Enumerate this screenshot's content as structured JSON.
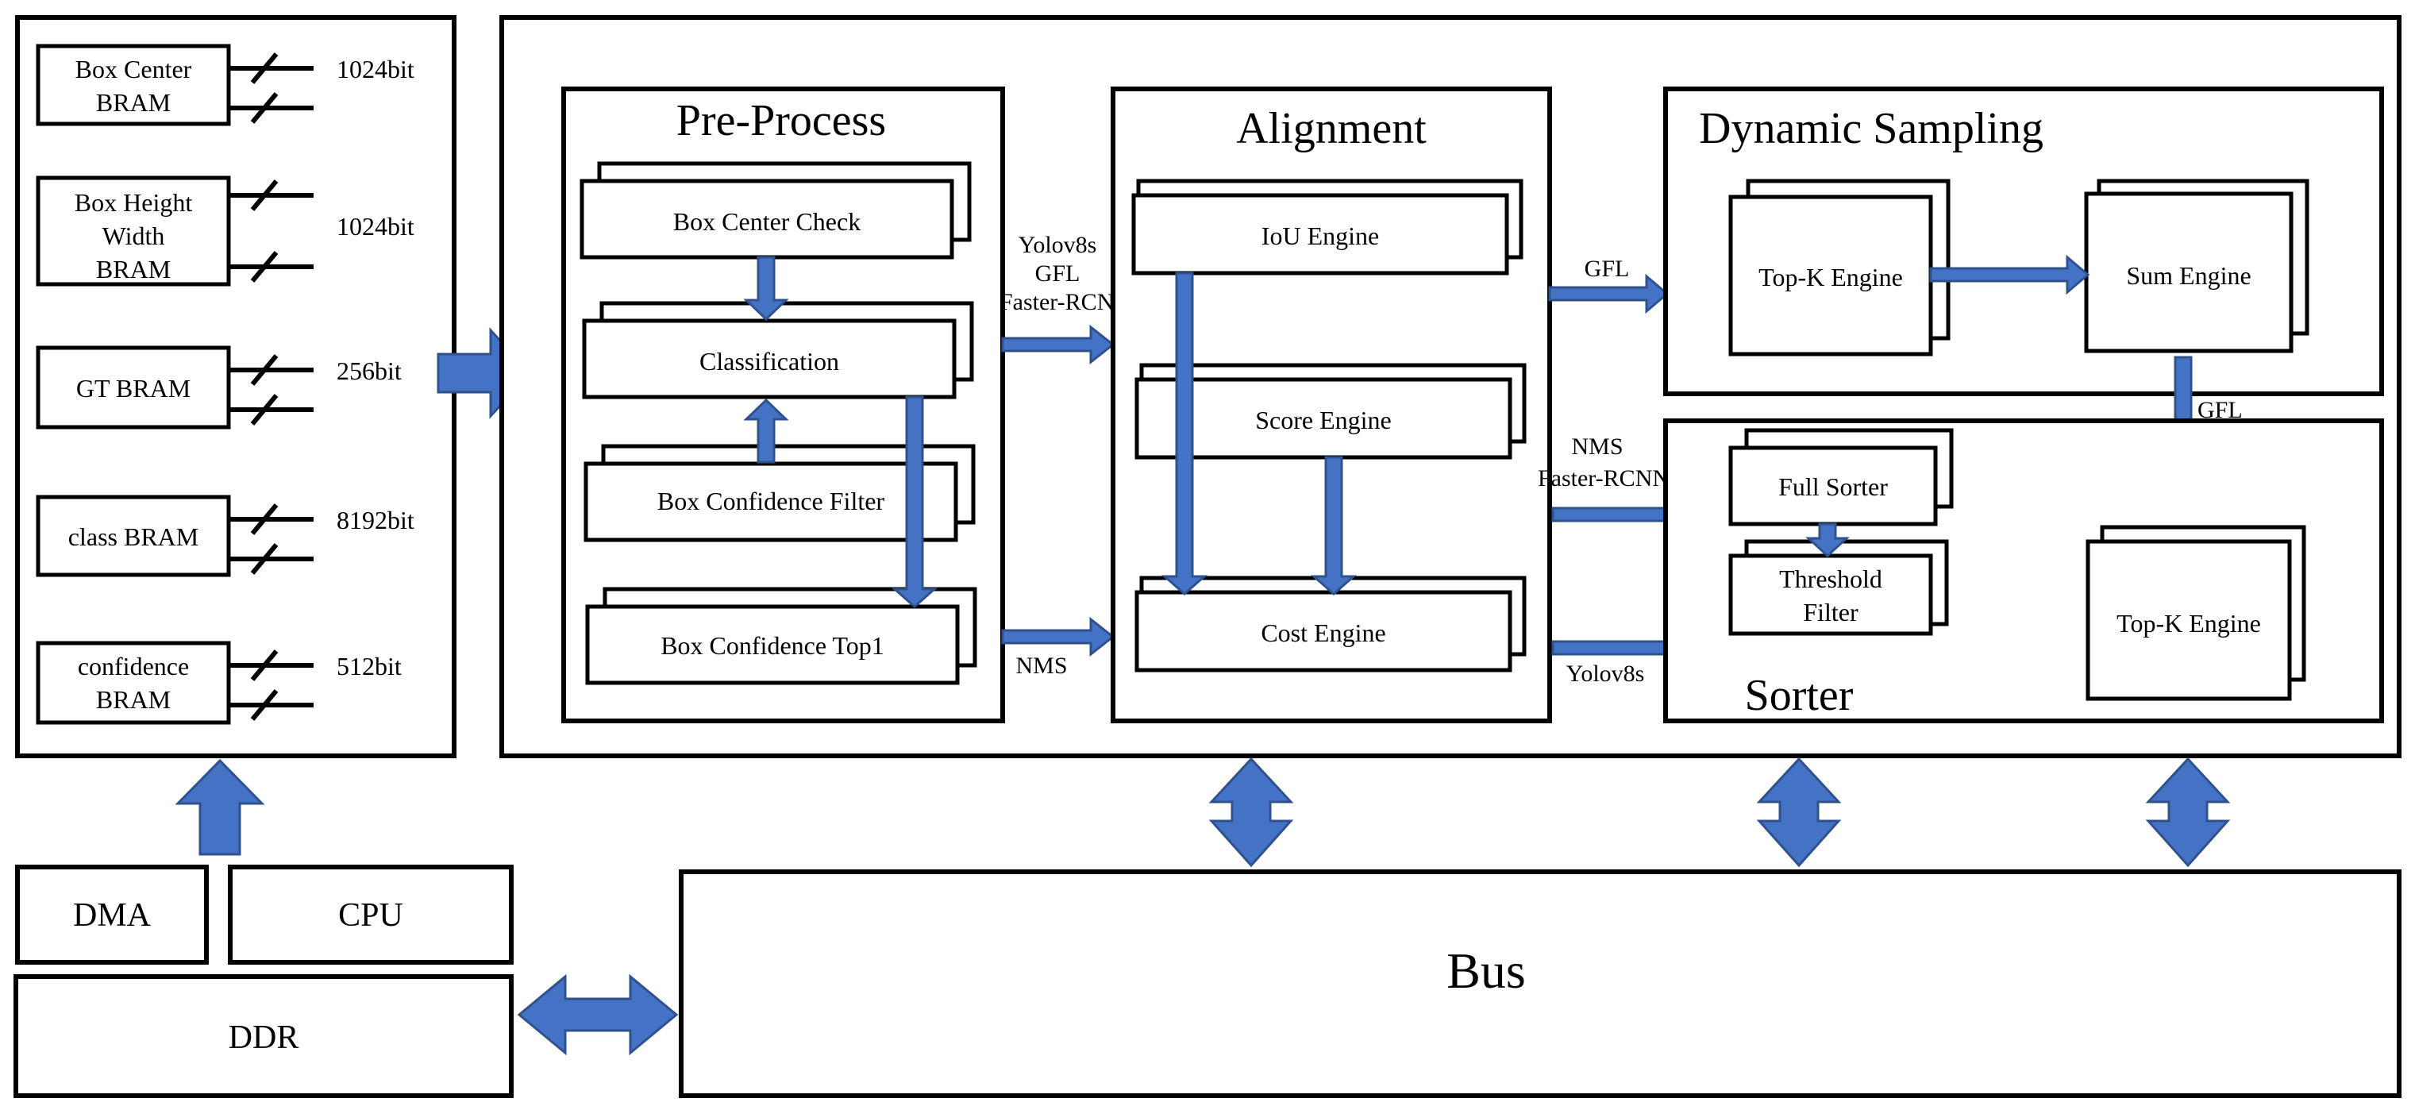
{
  "colors": {
    "arrow": "#4472C4",
    "stroke": "#000000"
  },
  "brams": [
    {
      "lines": [
        "Box Center",
        "BRAM"
      ],
      "bits": "1024bit"
    },
    {
      "lines": [
        "Box Height",
        "Width",
        "BRAM"
      ],
      "bits": "1024bit"
    },
    {
      "lines": [
        "GT BRAM"
      ],
      "bits": "256bit"
    },
    {
      "lines": [
        "class BRAM"
      ],
      "bits": "8192bit"
    },
    {
      "lines": [
        "confidence",
        "BRAM"
      ],
      "bits": "512bit"
    }
  ],
  "system": {
    "dma": "DMA",
    "cpu": "CPU",
    "ddr": "DDR",
    "bus": "Bus"
  },
  "preprocess": {
    "title": "Pre-Process",
    "box_center_check": "Box Center Check",
    "classification": "Classification",
    "box_confidence_filter": "Box Confidence Filter",
    "box_confidence_top1": "Box Confidence Top1"
  },
  "alignment": {
    "title": "Alignment",
    "iou_engine": "IoU Engine",
    "score_engine": "Score Engine",
    "cost_engine": "Cost Engine"
  },
  "dynamic_sampling": {
    "title": "Dynamic Sampling",
    "topk_engine": "Top-K Engine",
    "sum_engine": "Sum Engine"
  },
  "sorter": {
    "title": "Sorter",
    "full_sorter": "Full Sorter",
    "threshold_filter": [
      "Threshold",
      "Filter"
    ],
    "topk_engine": "Top-K Engine"
  },
  "labels": {
    "pre_to_align_top": [
      "Yolov8s",
      "GFL",
      "Faster-RCNN"
    ],
    "pre_to_align_bottom": "NMS",
    "align_to_ds": "GFL",
    "align_to_sorter": [
      "NMS",
      "Faster-RCNN"
    ],
    "align_to_topk": "Yolov8s",
    "sum_to_topk": "GFL"
  }
}
